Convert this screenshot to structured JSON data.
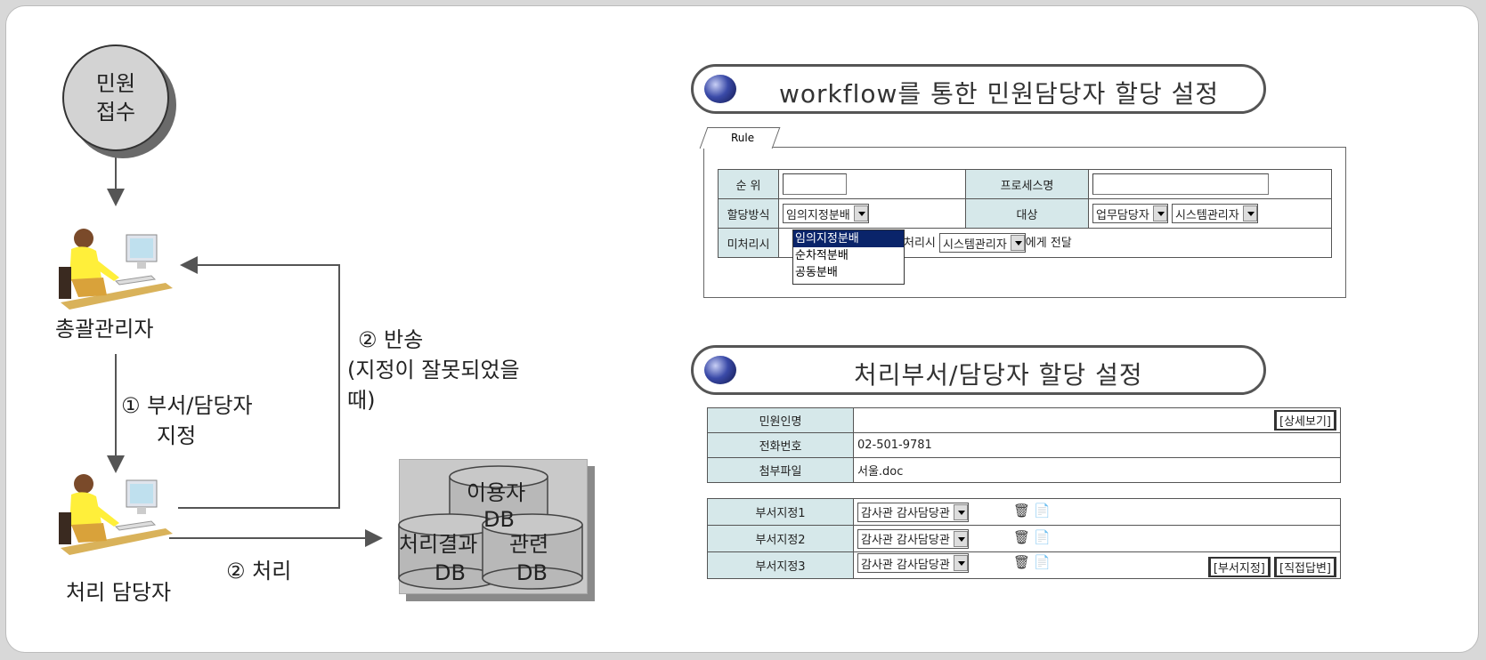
{
  "flow": {
    "start_line1": "민원",
    "start_line2": "접수",
    "manager_label": "총괄관리자",
    "handler_label": "처리 담당자",
    "step_assign": "① 부서/담당자",
    "step_assign_line2": "지정",
    "step_return": "② 반송",
    "step_return_note1": "(지정이 잘못되었을",
    "step_return_note2": "때)",
    "step_process": "② 처리",
    "db_user_line1": "이용자",
    "db_user_line2": "DB",
    "db_result_line1": "처리결과",
    "db_result_line2": "DB",
    "db_related_line1": "관련",
    "db_related_line2": "DB"
  },
  "workflow_panel": {
    "title": "workflow를 통한 민원담당자 할당 설정",
    "tab_label": "Rule",
    "rows": {
      "order_label": "순 위",
      "process_label": "프로세스명",
      "method_label": "할당방식",
      "method_value": "임의지정분배",
      "target_label": "대상",
      "target_value1": "업무담당자",
      "target_value2": "시스템관리자",
      "unprocessed_label": "미처리시",
      "unprocessed_mid": "처리시",
      "unprocessed_value": "시스템관리자",
      "unprocessed_suffix": "에게 전달"
    },
    "dropdown_options": [
      "임의지정분배",
      "순차적분배",
      "공동분배"
    ]
  },
  "assign_panel": {
    "title": "처리부서/담당자 할당 설정",
    "applicant_label": "민원인명",
    "detail_button": "[상세보기]",
    "phone_label": "전화번호",
    "phone_value": "02-501-9781",
    "attachment_label": "첨부파일",
    "attachment_value": "서울.doc",
    "departments": [
      {
        "label": "부서지정1",
        "value": "감사관 감사담당관"
      },
      {
        "label": "부서지정2",
        "value": "감사관 감사담당관"
      },
      {
        "label": "부서지정3",
        "value": "감사관 감사담당관"
      }
    ],
    "assign_button": "[부서지정]",
    "direct_reply_button": "[직접답변]"
  },
  "colors": {
    "label_bg": "#d6e8ea",
    "start_circle": "#d3d3d3",
    "db_fill": "#b8b8b8",
    "link": "#2a50c8"
  },
  "icons": [
    "person-at-computer-icon",
    "trash-icon",
    "document-icon"
  ]
}
